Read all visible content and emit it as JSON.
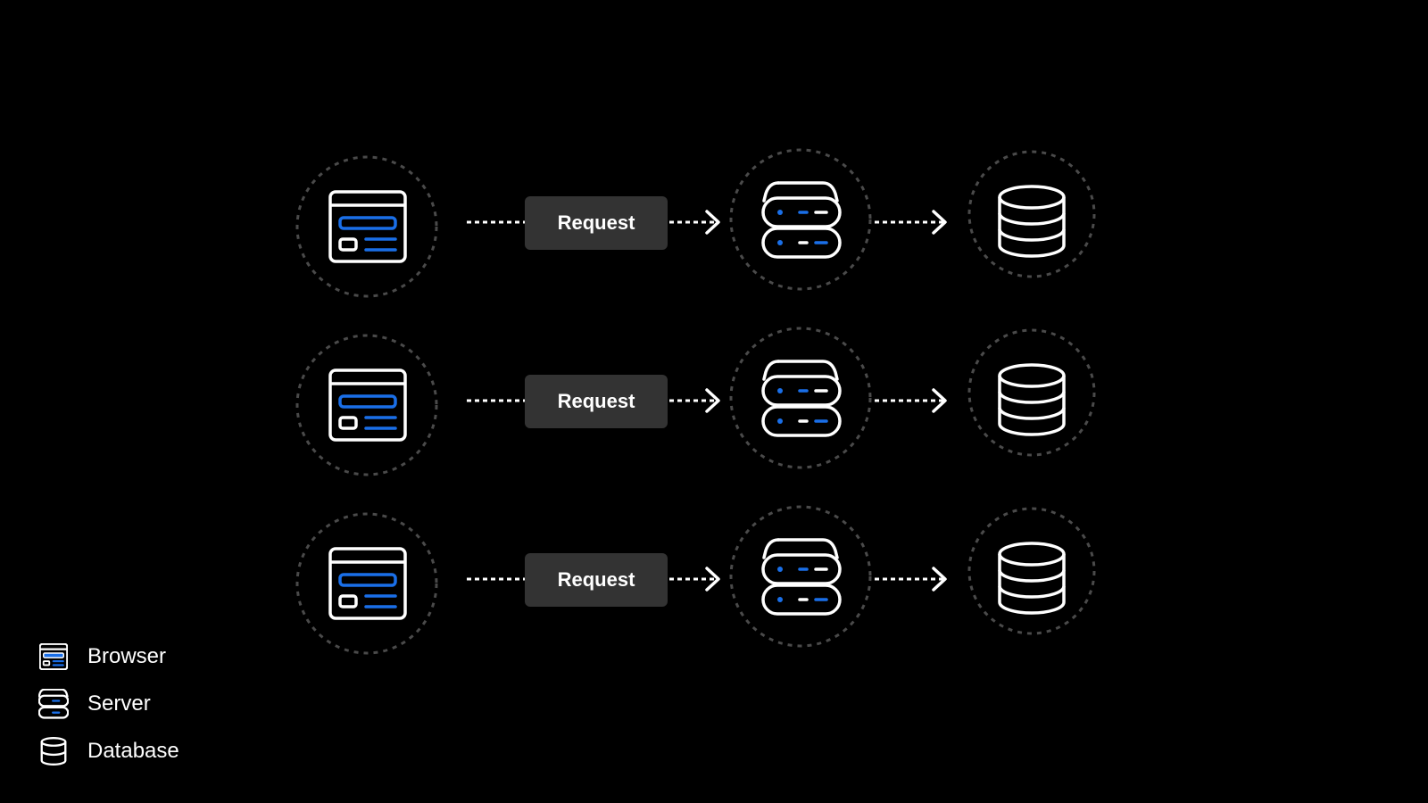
{
  "colors": {
    "background": "#000000",
    "stroke": "#ffffff",
    "accent": "#1a6fe8",
    "ring": "#4a4a4a",
    "label_bg": "#333333"
  },
  "flows": [
    {
      "label": "Request"
    },
    {
      "label": "Request"
    },
    {
      "label": "Request"
    }
  ],
  "legend": {
    "items": [
      {
        "icon": "browser-icon",
        "label": "Browser"
      },
      {
        "icon": "server-icon",
        "label": "Server"
      },
      {
        "icon": "database-icon",
        "label": "Database"
      }
    ]
  }
}
